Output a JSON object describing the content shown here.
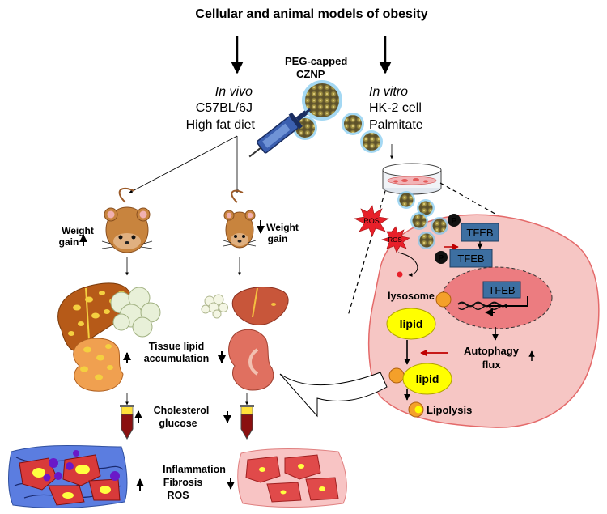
{
  "figure": {
    "title": "Cellular and animal models of obesity",
    "nanoparticle_label_line1": "PEG-capped",
    "nanoparticle_label_line2": "CZNP",
    "in_vivo": {
      "label": "In vivo",
      "strain": "C57BL/6J",
      "diet": "High fat diet"
    },
    "in_vitro": {
      "label": "In vitro",
      "cell": "HK-2 cell",
      "treatment": "Palmitate"
    },
    "weight_gain_line1": "Weight",
    "weight_gain_line2": "gain",
    "tissue_lipid_line1": "Tissue lipid",
    "tissue_lipid_line2": "accumulation",
    "cholesterol": "Cholesterol",
    "glucose": "glucose",
    "inflammation": "Inflammation",
    "fibrosis": "Fibrosis",
    "ros_outcome": "ROS",
    "cell": {
      "ros_1": "ROS",
      "ros_2": "ROS",
      "phospho": "P",
      "tfeb": "TFEB",
      "lysosome": "lysosome",
      "lipid": "lipid",
      "autophagy_line1": "Autophagy",
      "autophagy_line2": "flux",
      "lipolysis": "Lipolysis"
    }
  },
  "colors": {
    "cell_fill": "#f6c6c4",
    "cell_stroke": "#e46a6a",
    "tfeb_box": "#3d6fa1",
    "nucleus": "#ec7c80",
    "lipid": "#ffff00",
    "ros": "#e8202a",
    "liver": "#b65a18",
    "mouse": "#c8843e",
    "nanoparticle": "#8a7a3a",
    "nanoparticle_glow": "#7ec8ee",
    "arrow_red": "#c00000"
  }
}
